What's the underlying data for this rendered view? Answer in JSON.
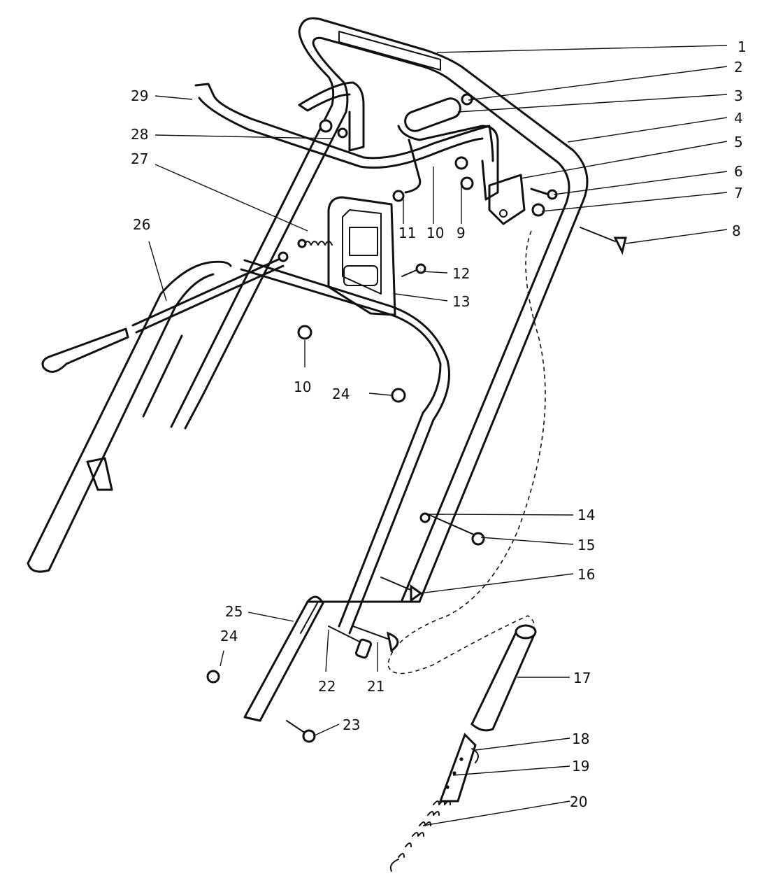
{
  "callouts": [
    {
      "id": "1",
      "text": "1"
    },
    {
      "id": "2",
      "text": "2"
    },
    {
      "id": "3",
      "text": "3"
    },
    {
      "id": "4",
      "text": "4"
    },
    {
      "id": "5",
      "text": "5"
    },
    {
      "id": "6",
      "text": "6"
    },
    {
      "id": "7",
      "text": "7"
    },
    {
      "id": "8",
      "text": "8"
    },
    {
      "id": "9",
      "text": "9"
    },
    {
      "id": "10a",
      "text": "10"
    },
    {
      "id": "11",
      "text": "11"
    },
    {
      "id": "12",
      "text": "12"
    },
    {
      "id": "13",
      "text": "13"
    },
    {
      "id": "10b",
      "text": "10"
    },
    {
      "id": "24a",
      "text": "24"
    },
    {
      "id": "14",
      "text": "14"
    },
    {
      "id": "15",
      "text": "15"
    },
    {
      "id": "16",
      "text": "16"
    },
    {
      "id": "17",
      "text": "17"
    },
    {
      "id": "18",
      "text": "18"
    },
    {
      "id": "19",
      "text": "19"
    },
    {
      "id": "20",
      "text": "20"
    },
    {
      "id": "21",
      "text": "21"
    },
    {
      "id": "22",
      "text": "22"
    },
    {
      "id": "23",
      "text": "23"
    },
    {
      "id": "24b",
      "text": "24"
    },
    {
      "id": "25",
      "text": "25"
    },
    {
      "id": "26",
      "text": "26"
    },
    {
      "id": "27",
      "text": "27"
    },
    {
      "id": "28",
      "text": "28"
    },
    {
      "id": "29",
      "text": "29"
    }
  ]
}
